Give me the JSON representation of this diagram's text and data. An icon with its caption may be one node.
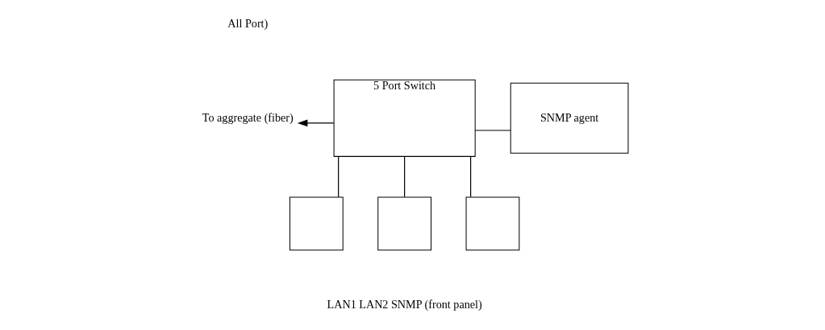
{
  "diagram": {
    "nodes": [
      {
        "text": [
          "5 Port Switch"
        ]
      },
      {
        "text": [
          "SNMP agent"
        ]
      },
      {
        "text": [
          "To aggregate (fiber)"
        ]
      },
      {
        "text": [],
        "shape": "box"
      },
      {
        "text": [],
        "shape": "box"
      },
      {
        "text": [],
        "shape": "box"
      }
    ],
    "edges": [
      {
        "from": 0,
        "to": 2,
        "arrow": "to"
      },
      {
        "from": 0,
        "to": 1,
        "arrow": "none"
      },
      {
        "from": 0,
        "to": 3,
        "arrow": "none"
      },
      {
        "from": 0,
        "to": 4,
        "arrow": "none"
      },
      {
        "from": 0,
        "to": 5,
        "arrow": "none"
      }
    ],
    "labels": [
      "All Port)",
      "LAN1 LAN2 SNMP (front panel)"
    ]
  }
}
